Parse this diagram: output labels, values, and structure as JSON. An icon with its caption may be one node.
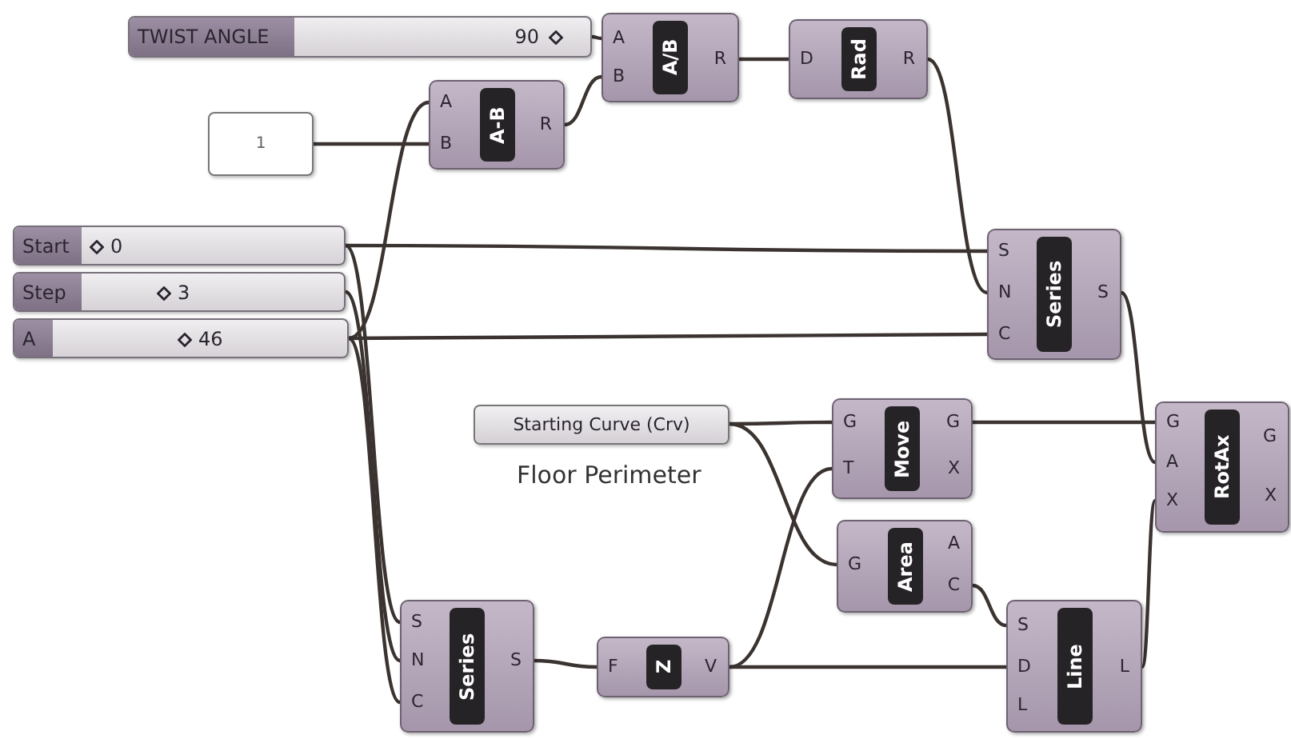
{
  "diagram": {
    "nodes": [
      {
        "text": [
          "TWIST ANGLE",
          "90"
        ]
      },
      {
        "text": [
          "A",
          "B",
          "A/B",
          "R"
        ]
      },
      {
        "text": [
          "D",
          "Rad",
          "R"
        ]
      },
      {
        "text": [
          "1"
        ]
      },
      {
        "text": [
          "A",
          "B",
          "A-B",
          "R"
        ]
      },
      {
        "text": [
          "Start",
          "0"
        ]
      },
      {
        "text": [
          "Step",
          "3"
        ]
      },
      {
        "text": [
          "A",
          "46"
        ]
      },
      {
        "text": [
          "S",
          "N",
          "C",
          "Series",
          "S"
        ]
      },
      {
        "text": [
          "Starting Curve (Crv)"
        ],
        "beside": [
          "Floor Perimeter"
        ]
      },
      {
        "text": [
          "G",
          "T",
          "Move",
          "G",
          "X"
        ]
      },
      {
        "text": [
          "G",
          "A",
          "X",
          "RotAx",
          "G",
          "X"
        ]
      },
      {
        "text": [
          "G",
          "Area",
          "A",
          "C"
        ]
      },
      {
        "text": [
          "S",
          "N",
          "C",
          "Series",
          "S"
        ]
      },
      {
        "text": [
          "F",
          "Z",
          "V"
        ]
      },
      {
        "text": [
          "S",
          "D",
          "L",
          "Line",
          "L"
        ]
      }
    ],
    "edges": [
      {
        "from": 0,
        "to": 1,
        "arrow": "none"
      },
      {
        "from": 1,
        "to": 2,
        "arrow": "none"
      },
      {
        "from": 3,
        "to": 4,
        "arrow": "none"
      },
      {
        "from": 4,
        "to": 1,
        "arrow": "none"
      },
      {
        "from": 7,
        "to": 4,
        "arrow": "none"
      },
      {
        "from": 2,
        "to": 8,
        "arrow": "none"
      },
      {
        "from": 5,
        "to": 8,
        "arrow": "none"
      },
      {
        "from": 7,
        "to": 8,
        "arrow": "none"
      },
      {
        "from": 5,
        "to": 13,
        "arrow": "none"
      },
      {
        "from": 6,
        "to": 13,
        "arrow": "none"
      },
      {
        "from": 7,
        "to": 13,
        "arrow": "none"
      },
      {
        "from": 13,
        "to": 14,
        "arrow": "none"
      },
      {
        "from": 9,
        "to": 10,
        "arrow": "none"
      },
      {
        "from": 9,
        "to": 12,
        "arrow": "none"
      },
      {
        "from": 14,
        "to": 10,
        "arrow": "none"
      },
      {
        "from": 14,
        "to": 15,
        "arrow": "none"
      },
      {
        "from": 12,
        "to": 15,
        "arrow": "none"
      },
      {
        "from": 10,
        "to": 11,
        "arrow": "none"
      },
      {
        "from": 8,
        "to": 11,
        "arrow": "none"
      },
      {
        "from": 15,
        "to": 11,
        "arrow": "none"
      }
    ]
  }
}
